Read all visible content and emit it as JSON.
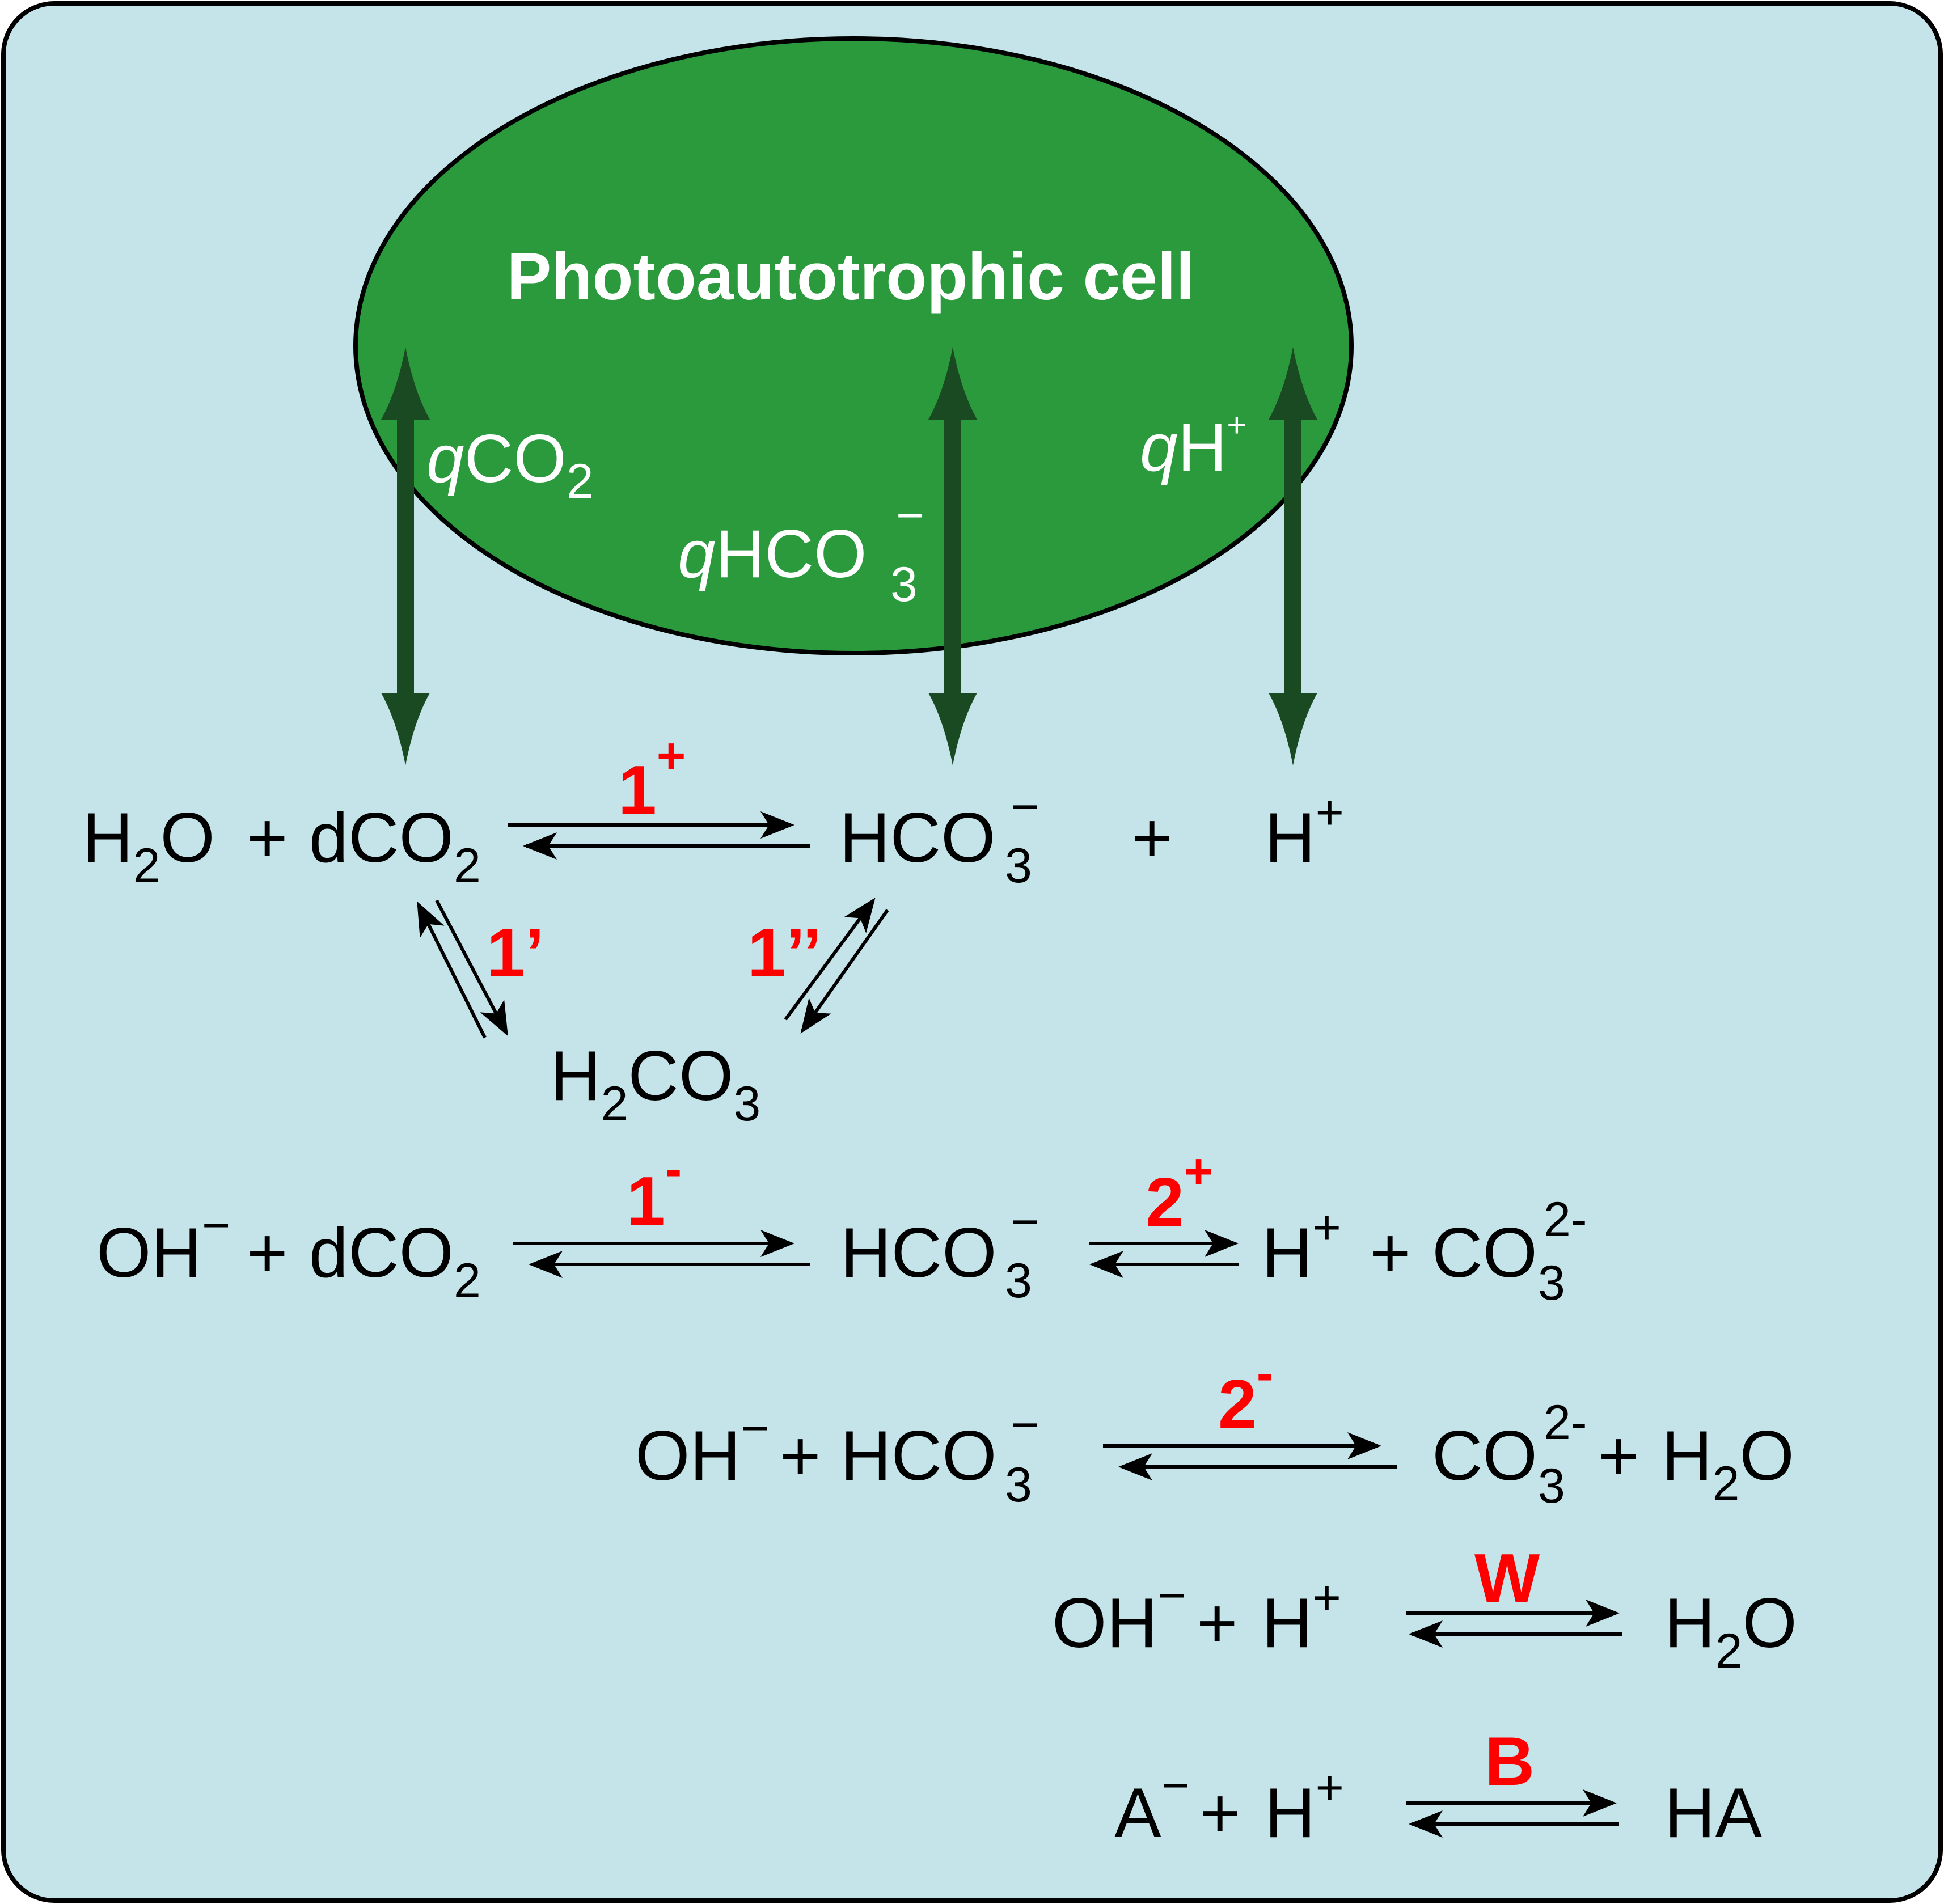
{
  "colors": {
    "background": "#c5e4ea",
    "cell_fill": "#2a9a3d",
    "flux_arrow": "#1a4a22",
    "rate_label": "#ff0000",
    "text": "#000000"
  },
  "cell": {
    "title": "Photoautotrophic cell",
    "flux_co2": {
      "q": "q",
      "species": "CO",
      "sub": "2"
    },
    "flux_hco3": {
      "q": "q",
      "species": "HCO",
      "sub": "3",
      "sup": "−"
    },
    "flux_h": {
      "q": "q",
      "species": "H",
      "sup": "+"
    }
  },
  "reactions": {
    "r1": {
      "h2o": {
        "base": "H",
        "sub": "2",
        "tail": "O"
      },
      "plus1": "+",
      "dco2": {
        "base": "dCO",
        "sub": "2"
      },
      "rate": {
        "label": "1",
        "sup": "+"
      },
      "hco3": {
        "base": "HCO",
        "sub": "3",
        "sup": "−"
      },
      "plus2": "+",
      "h": {
        "base": "H",
        "sup": "+"
      }
    },
    "r1_prime": {
      "label": "1’"
    },
    "r1_dprime": {
      "label": "1’’"
    },
    "h2co3": {
      "base": "H",
      "sub1": "2",
      "mid": "CO",
      "sub2": "3"
    },
    "r2": {
      "oh": {
        "base": "OH",
        "sup": "−"
      },
      "plus1": "+",
      "dco2": {
        "base": "dCO",
        "sub": "2"
      },
      "rate1": {
        "label": "1",
        "sup": "-"
      },
      "hco3": {
        "base": "HCO",
        "sub": "3",
        "sup": "−"
      },
      "rate2": {
        "label": "2",
        "sup": "+"
      },
      "h": {
        "base": "H",
        "sup": "+"
      },
      "plus2": "+",
      "co3": {
        "base": "CO",
        "sub": "3",
        "sup": "2-"
      }
    },
    "r3": {
      "oh": {
        "base": "OH",
        "sup": "−"
      },
      "plus1": "+",
      "hco3": {
        "base": "HCO",
        "sub": "3",
        "sup": "−"
      },
      "rate": {
        "label": "2",
        "sup": "-"
      },
      "co3": {
        "base": "CO",
        "sub": "3",
        "sup": "2-"
      },
      "plus2": "+",
      "h2o": {
        "base": "H",
        "sub": "2",
        "tail": "O"
      }
    },
    "r4": {
      "oh": {
        "base": "OH",
        "sup": "−"
      },
      "plus": "+",
      "h": {
        "base": "H",
        "sup": "+"
      },
      "rate": {
        "label": "W"
      },
      "h2o": {
        "base": "H",
        "sub": "2",
        "tail": "O"
      }
    },
    "r5": {
      "a": {
        "base": "A",
        "sup": "−"
      },
      "plus": "+",
      "h": {
        "base": "H",
        "sup": "+"
      },
      "rate": {
        "label": "B"
      },
      "ha": "HA"
    }
  }
}
